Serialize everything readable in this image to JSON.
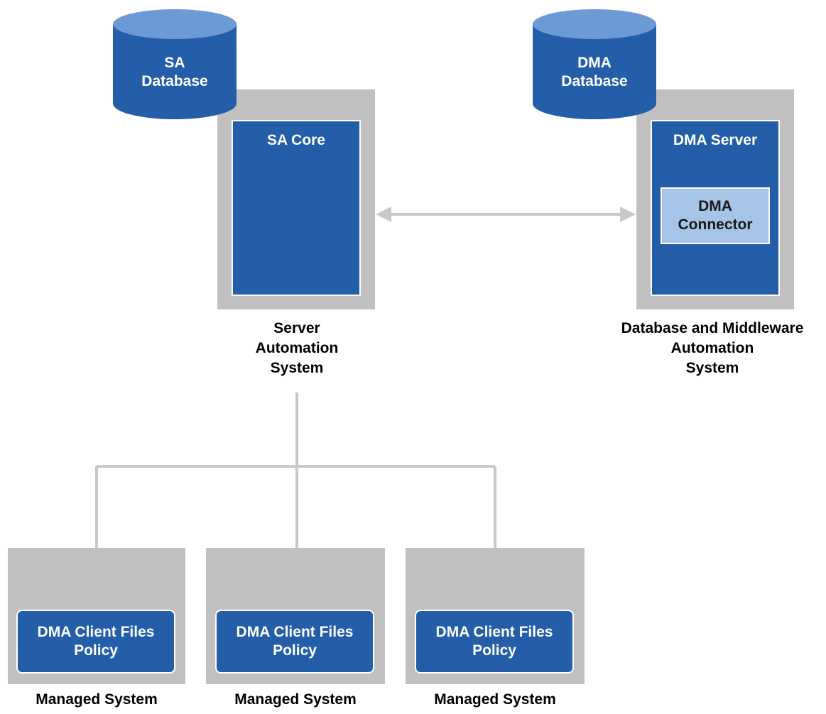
{
  "sa_database": {
    "label": "SA\nDatabase"
  },
  "dma_database": {
    "label": "DMA\nDatabase"
  },
  "sa_core": {
    "label": "SA Core"
  },
  "dma_server": {
    "label": "DMA Server"
  },
  "dma_connector": {
    "label": "DMA\nConnector"
  },
  "server_automation_system": {
    "label": "Server\nAutomation\nSystem"
  },
  "dma_system": {
    "label": "Database and Middleware\nAutomation\nSystem"
  },
  "managed_systems": [
    {
      "policy_label": "DMA Client Files\nPolicy",
      "label": "Managed System"
    },
    {
      "policy_label": "DMA Client Files\nPolicy",
      "label": "Managed System"
    },
    {
      "policy_label": "DMA Client Files\nPolicy",
      "label": "Managed System"
    }
  ],
  "colors": {
    "primary_blue": "#245ea9",
    "light_blue": "#a6c3e8",
    "cylinder_top": "#6d9ad6",
    "panel_gray": "#c0c0c0",
    "connector_gray": "#c8c8c8"
  }
}
